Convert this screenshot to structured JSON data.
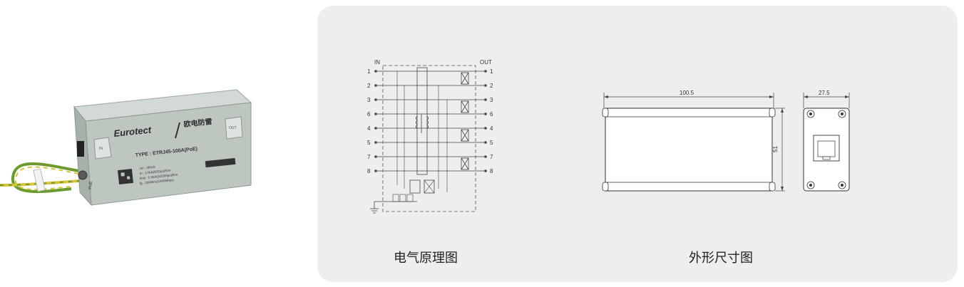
{
  "product": {
    "brand": "Eurotect",
    "brand_cn": "欧电防雷",
    "type_label": "TYPE : ETRJ45-100A(PoE)",
    "specs": [
      "Un : 48Vdc",
      "In : 2.5kA(8/20μs)/line",
      "Iimp : 0.5kA(10/350μs)/line",
      "fg : 200MHz(1000Mbps)"
    ],
    "port_left_label": "IN",
    "port_right_label": "OUT",
    "side_label": "PoE",
    "colors": {
      "housing": "#b9c4bd",
      "cable_green": "#6c9a2f",
      "cable_yellow": "#d8c43a"
    }
  },
  "schematic": {
    "in_label": "IN",
    "out_label": "OUT",
    "pins_left": [
      "1",
      "2",
      "3",
      "6",
      "4",
      "5",
      "7",
      "8"
    ],
    "pins_right": [
      "1",
      "2",
      "3",
      "6",
      "4",
      "5",
      "7",
      "8"
    ],
    "caption": "电气原理图"
  },
  "dimensions": {
    "length": "100.5",
    "height": "51",
    "width": "27.5",
    "caption": "外形尺寸图"
  }
}
